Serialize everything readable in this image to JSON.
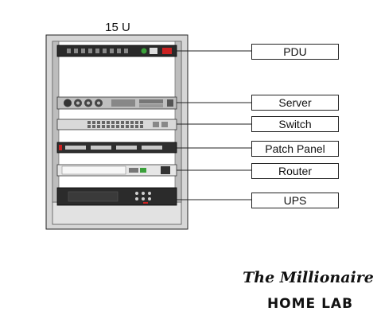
{
  "rack": {
    "title": "15 U"
  },
  "devices": [
    {
      "id": "pdu",
      "label": "PDU"
    },
    {
      "id": "server",
      "label": "Server"
    },
    {
      "id": "switch",
      "label": "Switch"
    },
    {
      "id": "patch-panel",
      "label": "Patch Panel"
    },
    {
      "id": "router",
      "label": "Router"
    },
    {
      "id": "ups",
      "label": "UPS"
    }
  ],
  "brand": {
    "script": "The Millionaire",
    "main": "HOME LAB"
  },
  "colors": {
    "rack_frame": "#c8c8c8",
    "outline": "#222222",
    "pdu_red": "#cc2222",
    "pdu_green": "#3aa03a"
  }
}
